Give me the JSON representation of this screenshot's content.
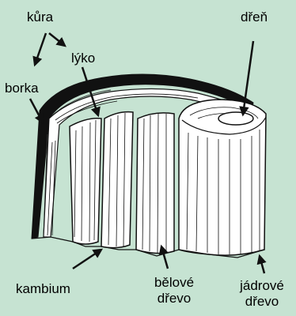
{
  "labels": {
    "kura": "kůra",
    "lyko": "lýko",
    "borka": "borka",
    "dren": "dřeň",
    "kambium": "kambium",
    "belove_drevo_1": "bělové",
    "belove_drevo_2": "dřevo",
    "jadrove_drevo_1": "jádrové",
    "jadrove_drevo_2": "dřevo"
  },
  "colors": {
    "background": "#c6e3d2",
    "wood": "#ffffff",
    "ink": "#111111"
  }
}
